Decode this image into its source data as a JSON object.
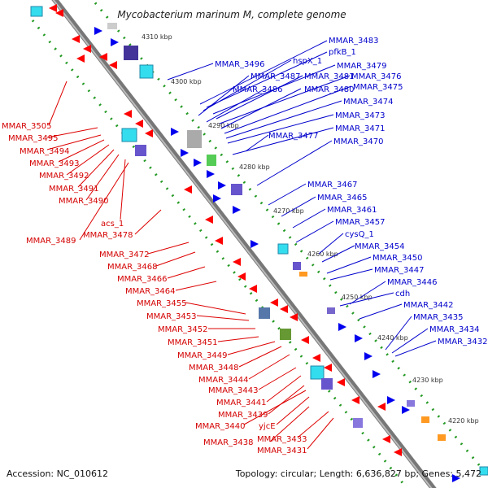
{
  "title": "Mycobacterium marinum M, complete genome",
  "footer": {
    "accession": "Accession: NC_010612",
    "summary": "Topology: circular; Length: 6,636,827 bp; Genes: 5,472"
  },
  "kbp_ticks": [
    "4310 kbp",
    "4300 kbp",
    "4290 kbp",
    "4280 kbp",
    "4270 kbp",
    "4260 kbp",
    "4250 kbp",
    "4240 kbp",
    "4230 kbp",
    "4220 kbp"
  ],
  "labels_reverse": [
    "MMAR_3505",
    "MMAR_3495",
    "MMAR_3494",
    "MMAR_3493",
    "MMAR_3492",
    "MMAR_3491",
    "MMAR_3490",
    "acs_1",
    "MMAR_3489",
    "MMAR_3478",
    "MMAR_3472",
    "MMAR_3468",
    "MMAR_3466",
    "MMAR_3464",
    "MMAR_3455",
    "MMAR_3453",
    "MMAR_3452",
    "MMAR_3451",
    "MMAR_3449",
    "MMAR_3448",
    "MMAR_3444",
    "MMAR_3443",
    "MMAR_3441",
    "MMAR_3439",
    "MMAR_3440",
    "yjcE",
    "MMAR_3438",
    "MMAR_3433",
    "MMAR_3431"
  ],
  "labels_forward": [
    "MMAR_3483",
    "pfkB_1",
    "MMAR_3496",
    "hspX_1",
    "MMAR_3479",
    "MMAR_3487",
    "MMAR_3481",
    "MMAR_3476",
    "MMAR_3486",
    "MMAR_3480",
    "MMAR_3475",
    "MMAR_3474",
    "MMAR_3473",
    "MMAR_3477",
    "MMAR_3471",
    "MMAR_3470",
    "MMAR_3467",
    "MMAR_3465",
    "MMAR_3461",
    "MMAR_3457",
    "cysQ_1",
    "MMAR_3454",
    "MMAR_3450",
    "MMAR_3447",
    "MMAR_3446",
    "cdh",
    "MMAR_3442",
    "MMAR_3435",
    "MMAR_3434",
    "MMAR_3432"
  ],
  "colors": {
    "reverse_strand": "#ff0000",
    "forward_strand": "#0000ee",
    "backbone": "#777777",
    "dotted_track": "#229922",
    "feature_cyan": "#33ddee",
    "feature_purple": "#6655cc",
    "feature_orange": "#ff9922",
    "feature_olive": "#669933"
  }
}
